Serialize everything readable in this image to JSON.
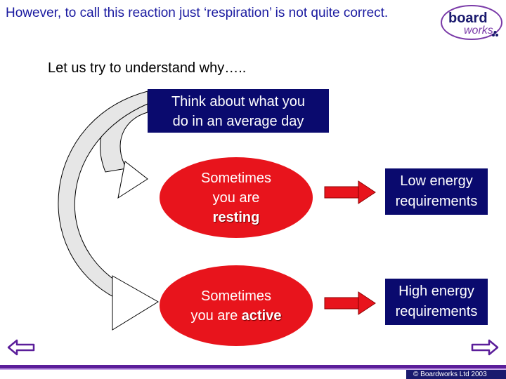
{
  "slide": {
    "heading": "However, to call this reaction just ‘respiration’ is not quite correct.",
    "subheading": "Let us try to understand why…..",
    "think_box": {
      "line1": "Think about what you",
      "line2": "do in an average day"
    },
    "resting": {
      "line1": "Sometimes",
      "line2": "you are",
      "emphasis": "resting"
    },
    "active": {
      "line1": "Sometimes",
      "line2": "you are ",
      "emphasis": "active"
    },
    "low_energy": {
      "line1": "Low energy",
      "line2": "requirements"
    },
    "high_energy": {
      "line1": "High energy",
      "line2": "requirements"
    }
  },
  "logo": {
    "word1": "board",
    "word2": "works"
  },
  "footer": {
    "copyright": "© Boardworks Ltd 2003"
  },
  "nav": {
    "prev_icon": "arrow-left-icon",
    "next_icon": "arrow-right-icon"
  },
  "colors": {
    "navy": "#0a0a6e",
    "red": "#e8141c",
    "purple": "#5b1e9a",
    "heading_blue": "#1a1aa0"
  }
}
